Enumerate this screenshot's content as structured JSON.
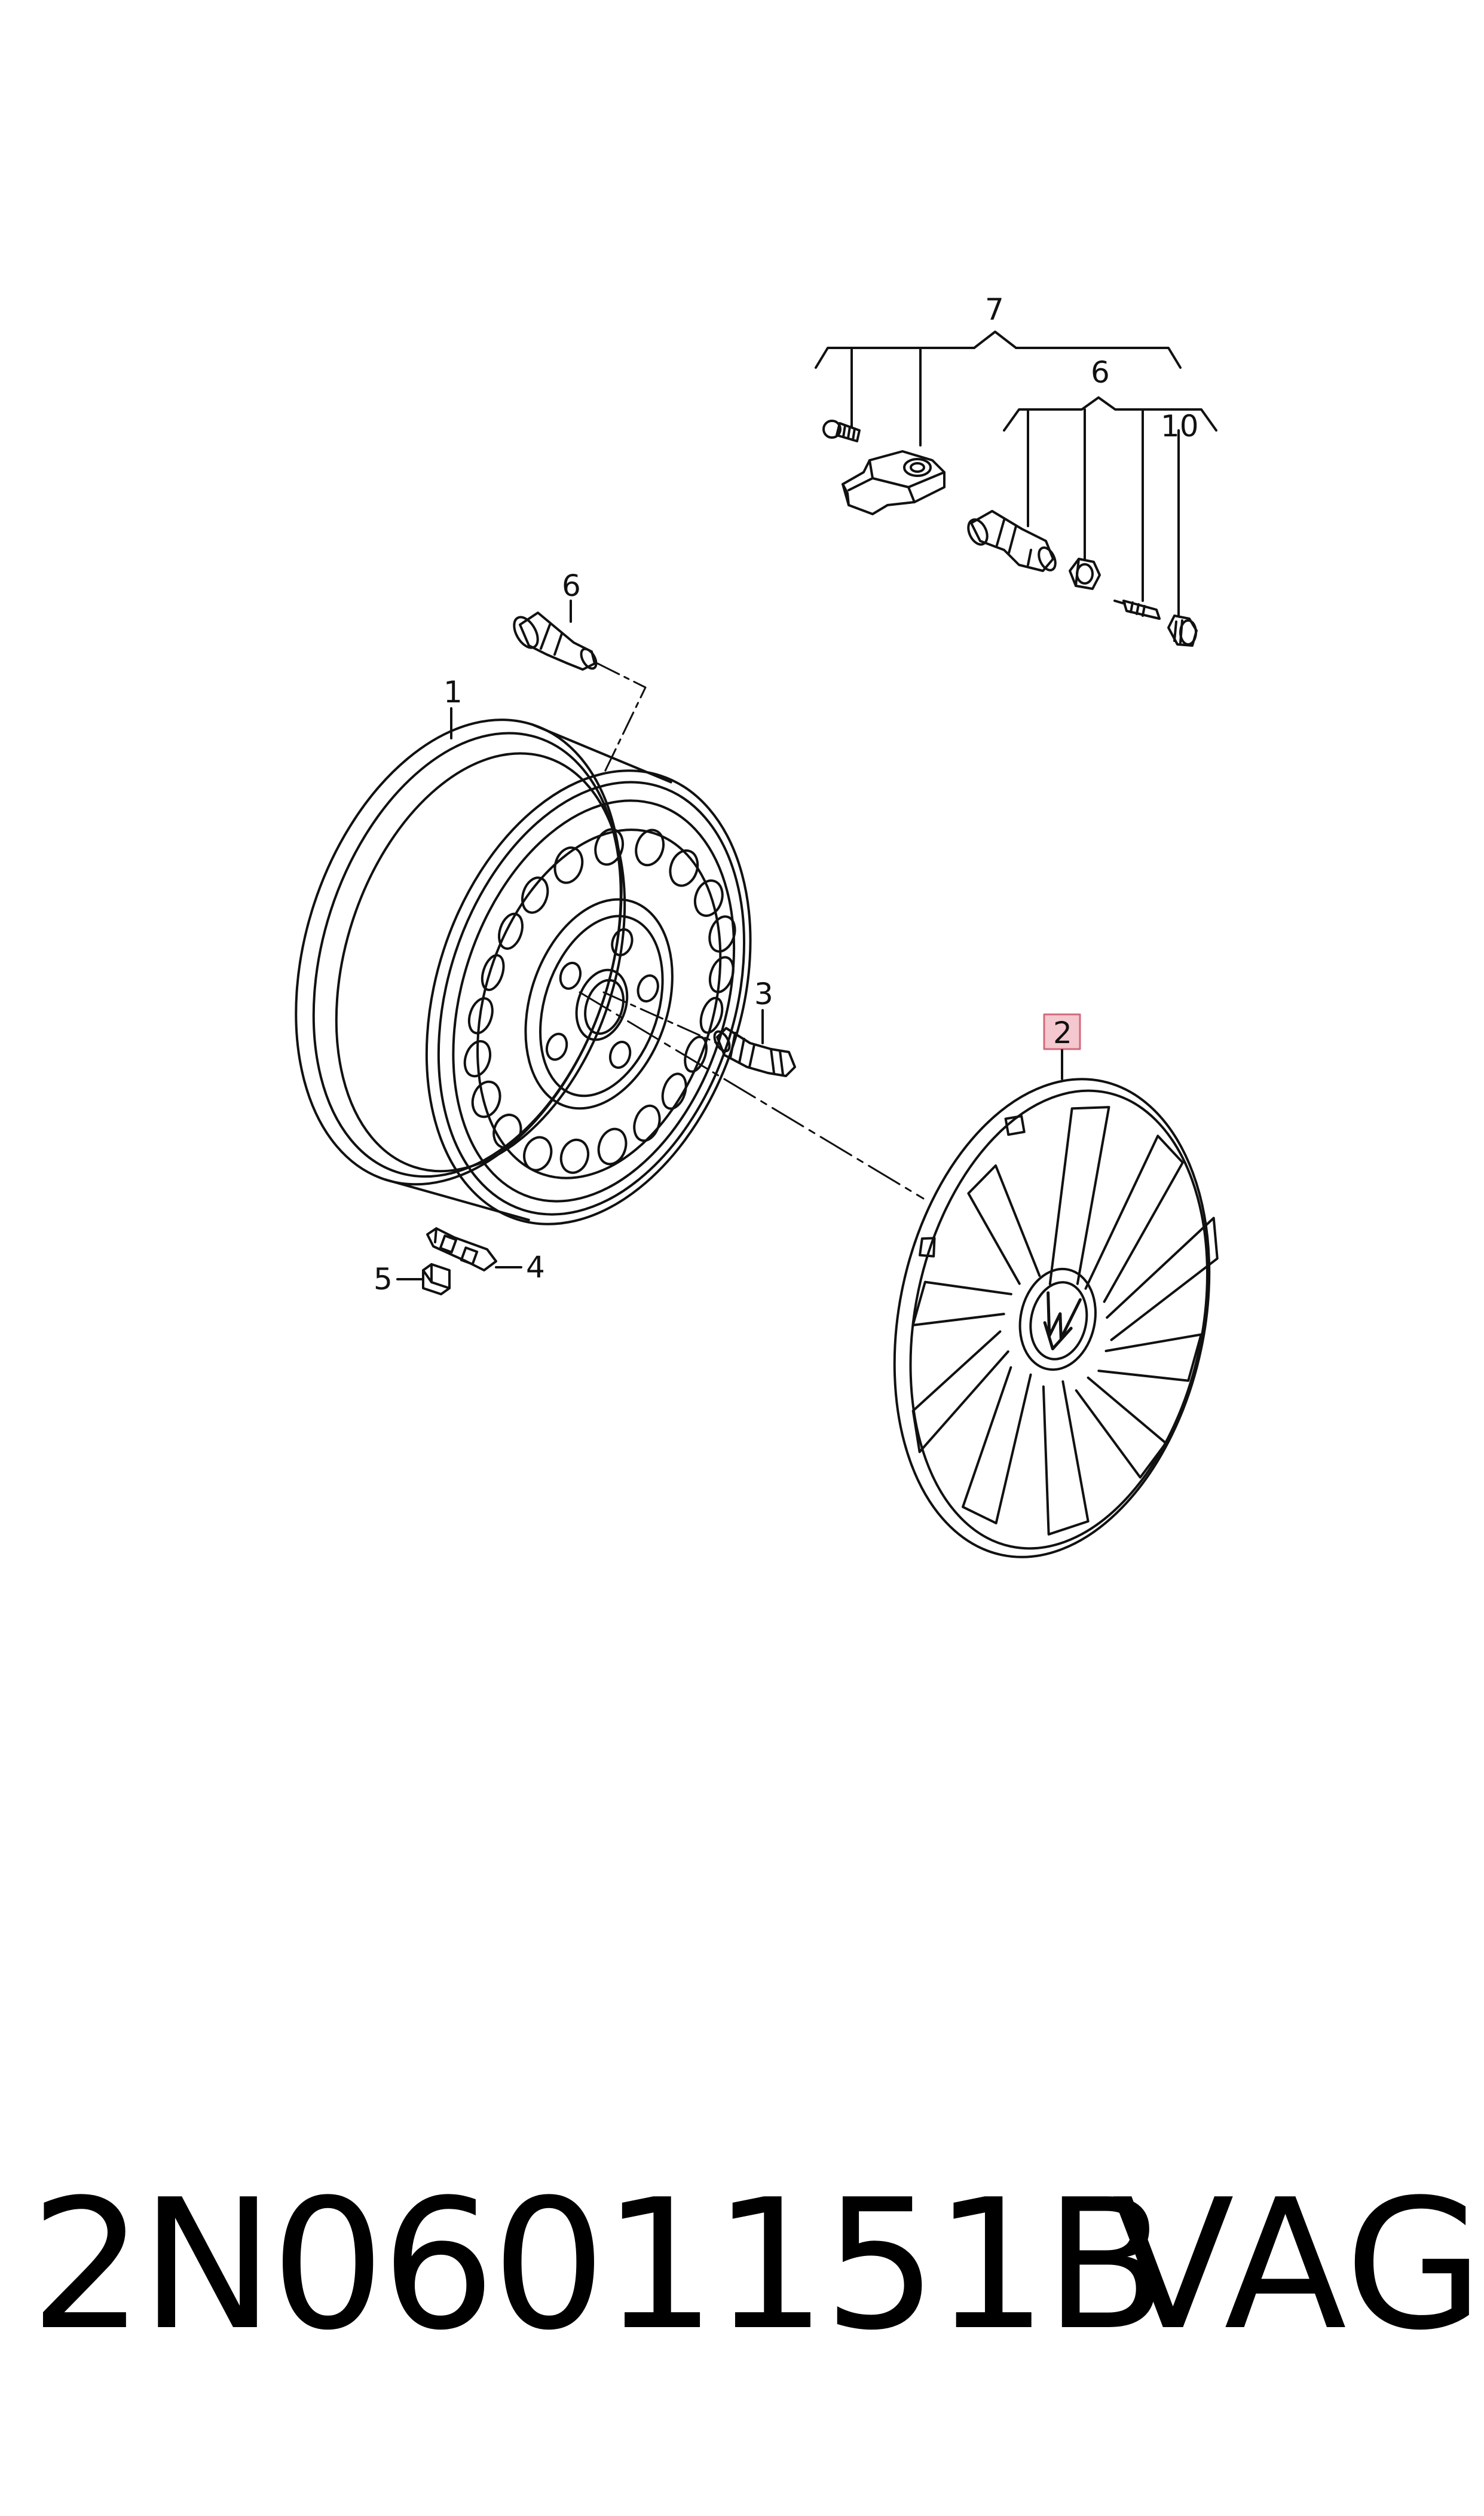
{
  "callouts": {
    "c1": "1",
    "c2": "2",
    "c3": "3",
    "c4": "4",
    "c5": "5",
    "c6_valve": "6",
    "c6_group": "6",
    "c7": "7",
    "c10": "10"
  },
  "caption": {
    "part_number": "2N0601151B",
    "brand": "VAG"
  },
  "colors": {
    "line": "#111111",
    "highlight_fill": "#f5c7cf",
    "highlight_stroke": "#d06a7a"
  }
}
